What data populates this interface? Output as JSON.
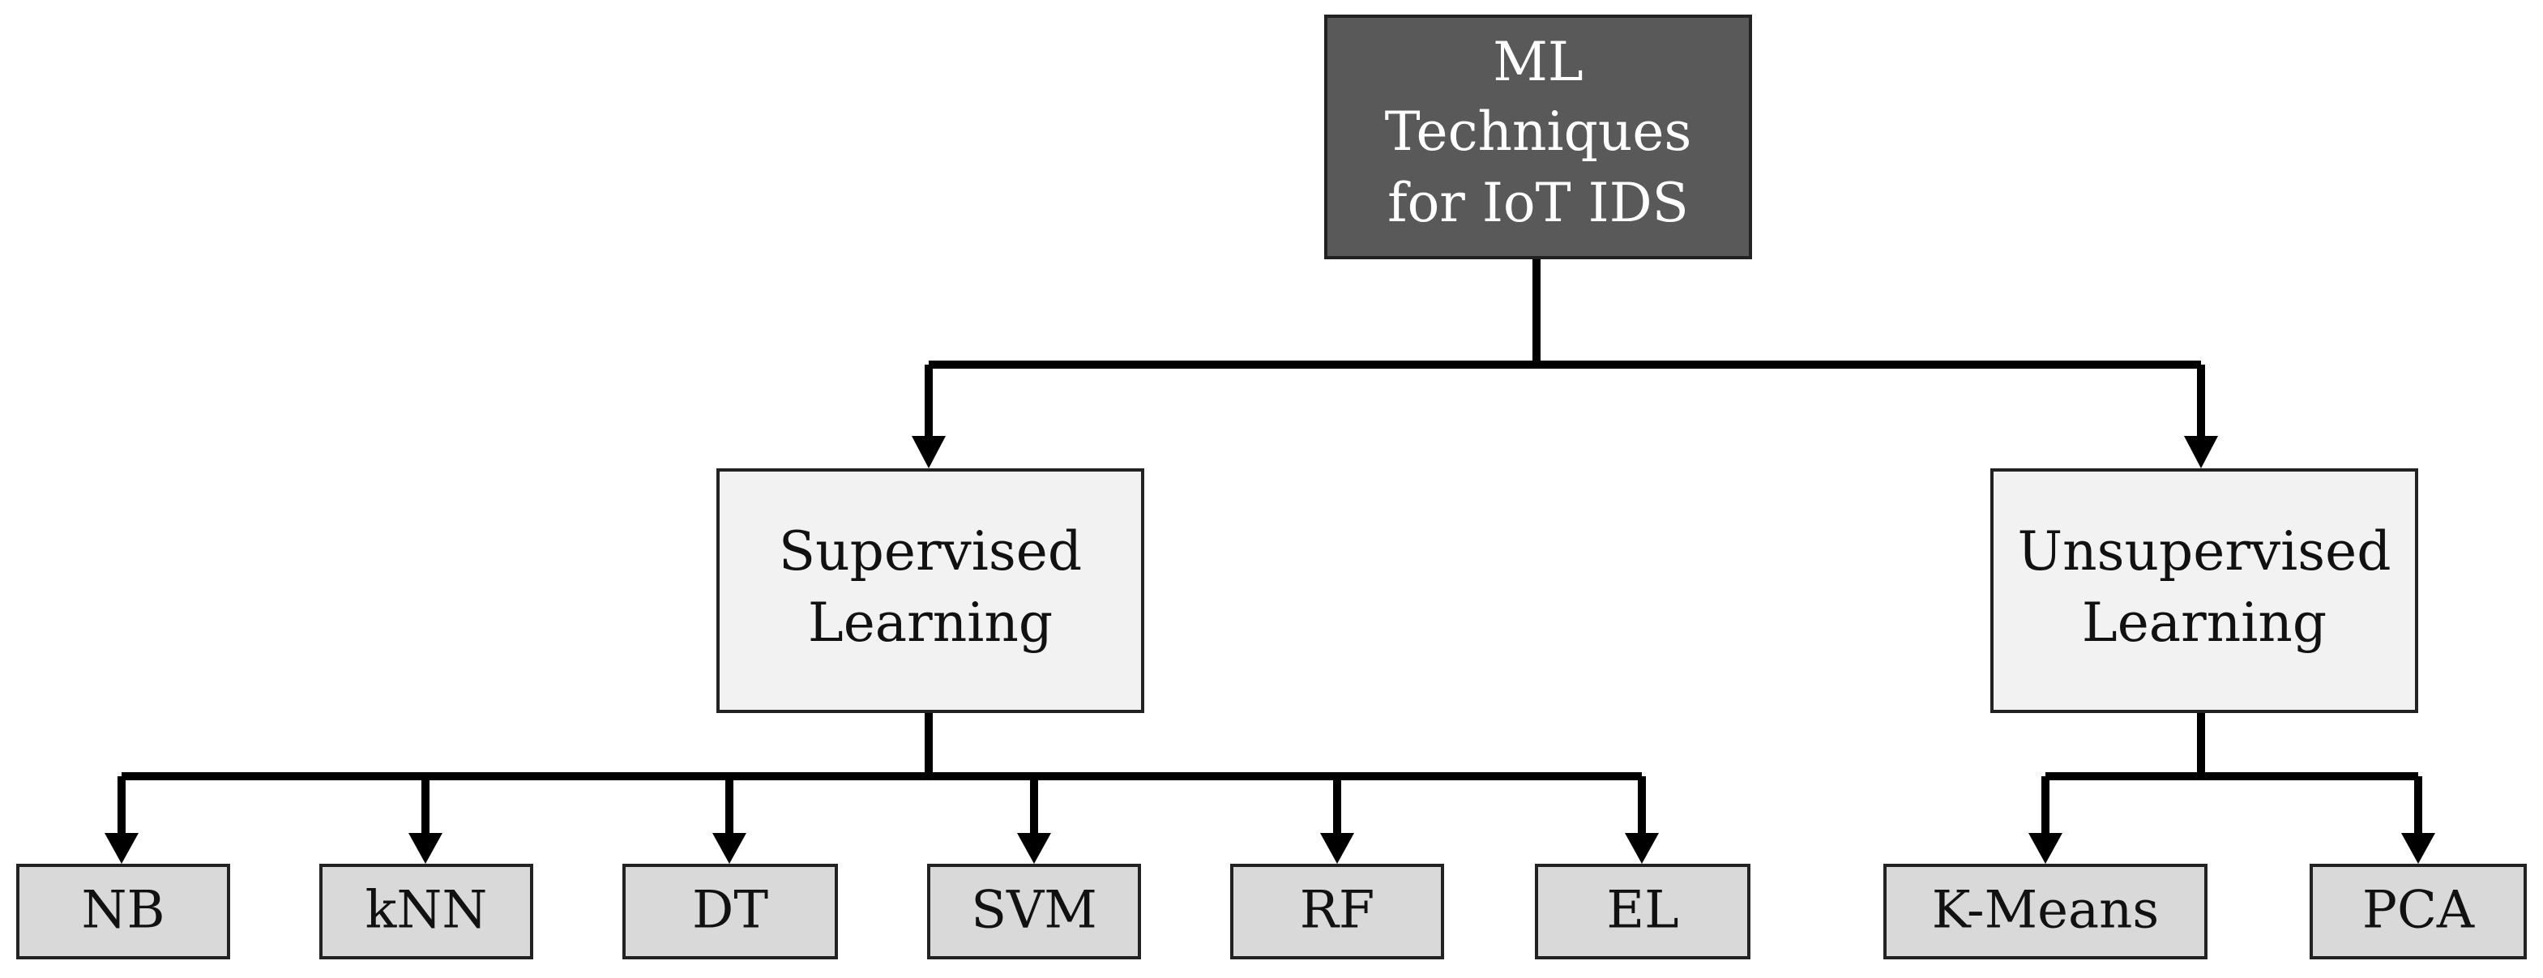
{
  "diagram": {
    "root": {
      "label_lines": [
        "ML",
        "Techniques",
        "for IoT IDS"
      ]
    },
    "supervised": {
      "label_lines": [
        "Supervised",
        "Learning"
      ],
      "children": [
        "NB",
        "kNN",
        "DT",
        "SVM",
        "RF",
        "EL"
      ]
    },
    "unsupervised": {
      "label_lines": [
        "Unsupervised",
        "Learning"
      ],
      "children": [
        "K-Means",
        "PCA"
      ]
    }
  },
  "colors": {
    "root_fill": "#595959",
    "root_text": "#ffffff",
    "mid_fill": "#f2f2f2",
    "leaf_fill": "#d9d9d9",
    "text": "#111111",
    "border": "#222222",
    "edge": "#000000"
  }
}
